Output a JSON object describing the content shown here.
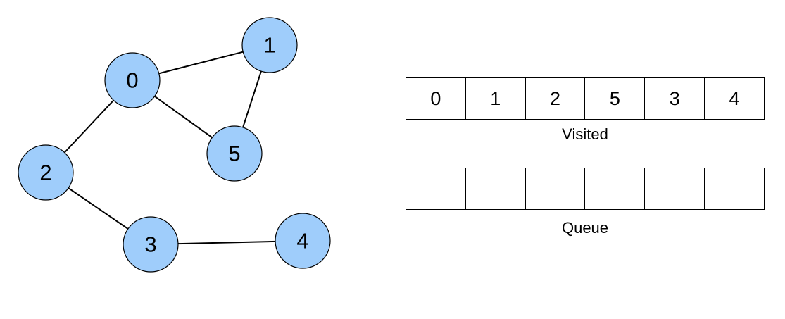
{
  "graph": {
    "nodes": [
      {
        "id": "0",
        "label": "0"
      },
      {
        "id": "1",
        "label": "1"
      },
      {
        "id": "2",
        "label": "2"
      },
      {
        "id": "3",
        "label": "3"
      },
      {
        "id": "4",
        "label": "4"
      },
      {
        "id": "5",
        "label": "5"
      }
    ],
    "edges": [
      {
        "from": "0",
        "to": "1"
      },
      {
        "from": "0",
        "to": "5"
      },
      {
        "from": "1",
        "to": "5"
      },
      {
        "from": "0",
        "to": "2"
      },
      {
        "from": "2",
        "to": "3"
      },
      {
        "from": "3",
        "to": "4"
      }
    ],
    "node_fill": "#9fcdfb"
  },
  "visited": {
    "label": "Visited",
    "cells": [
      "0",
      "1",
      "2",
      "5",
      "3",
      "4"
    ]
  },
  "queue": {
    "label": "Queue",
    "cells": [
      "",
      "",
      "",
      "",
      "",
      ""
    ]
  }
}
